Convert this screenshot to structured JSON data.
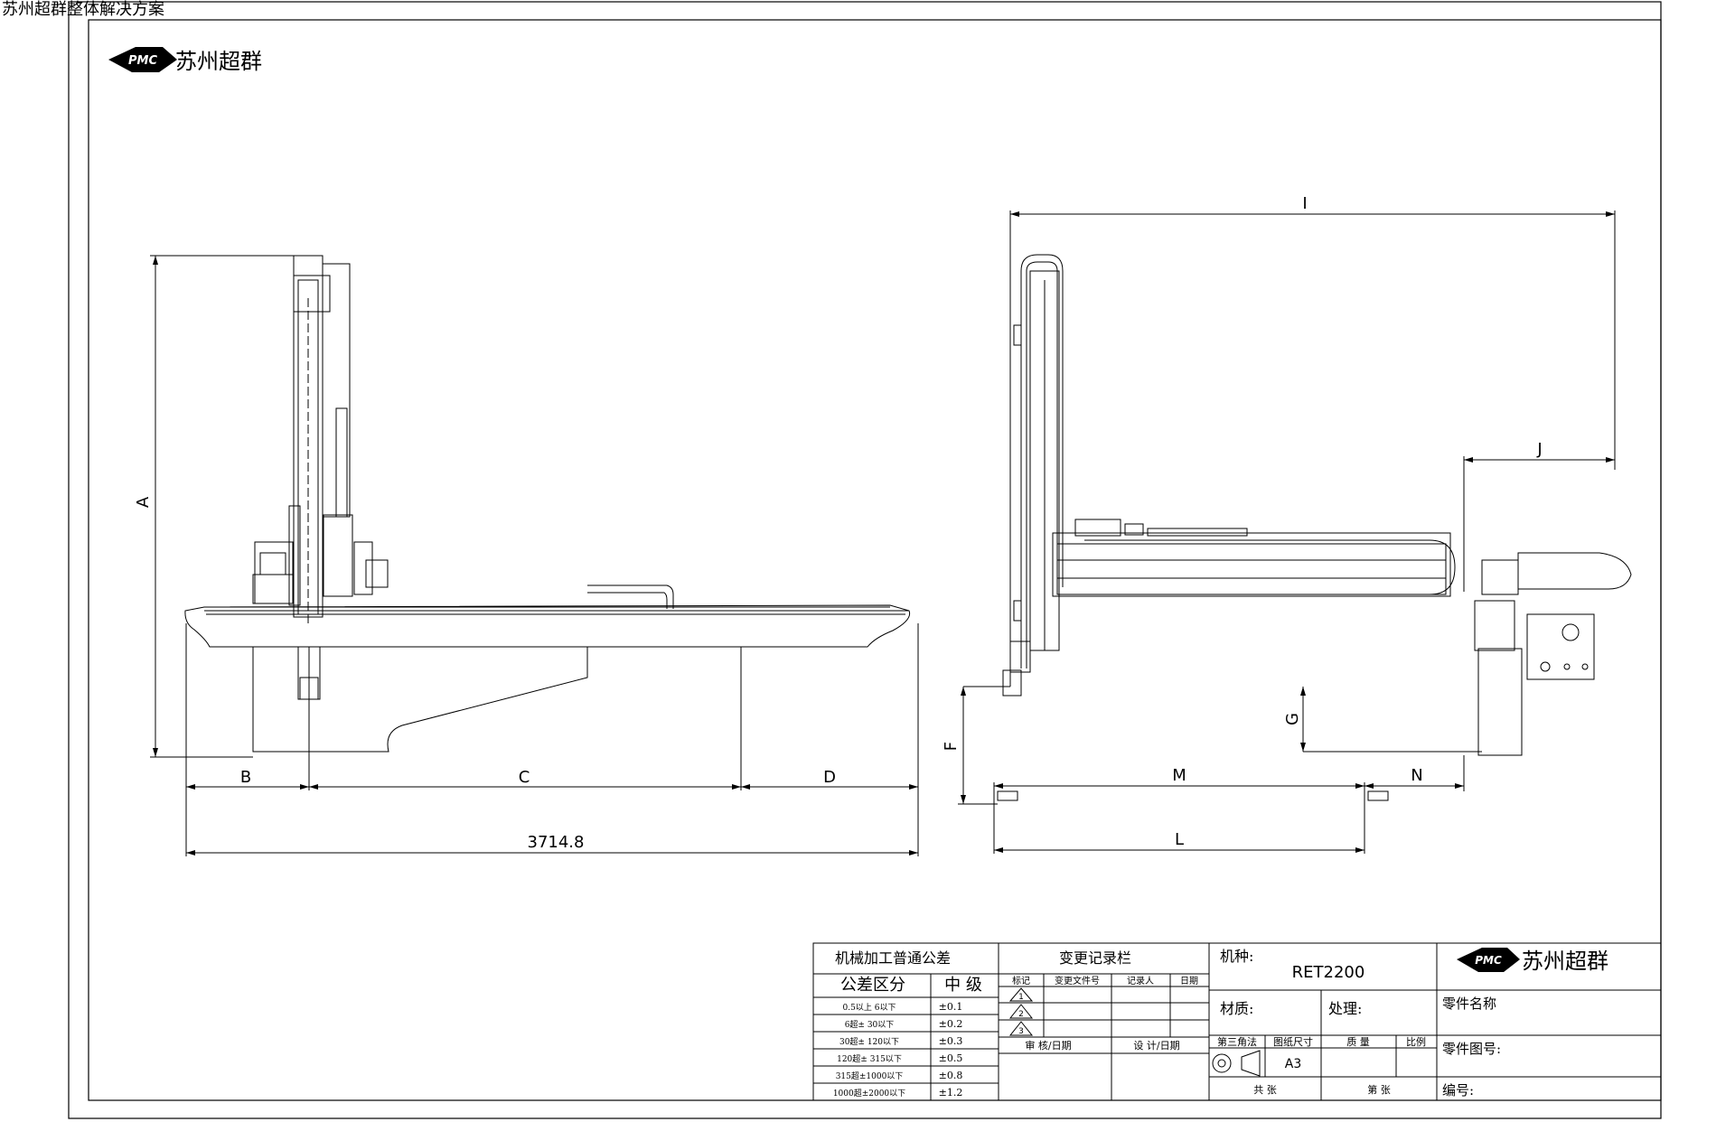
{
  "page": {
    "header_title": "苏州超群整体解决方案"
  },
  "logo": {
    "mark_text": "PMC",
    "company_name": "苏州超群"
  },
  "dimensions": {
    "A": "A",
    "B": "B",
    "C": "C",
    "D": "D",
    "total_width": "3714.8",
    "I": "I",
    "J": "J",
    "F": "F",
    "G": "G",
    "M": "M",
    "N": "N",
    "L": "L"
  },
  "title_block": {
    "tolerance": {
      "title": "机械加工普通公差",
      "col1_header": "公差区分",
      "col2_header": "中 级",
      "rows": [
        {
          "range": "0.5以上  6以下",
          "value": "±0.1"
        },
        {
          "range": "6超±  30以下",
          "value": "±0.2"
        },
        {
          "range": "30超±  120以下",
          "value": "±0.3"
        },
        {
          "range": "120超±  315以下",
          "value": "±0.5"
        },
        {
          "range": "315超±1000以下",
          "value": "±0.8"
        },
        {
          "range": "1000超±2000以下",
          "value": "±1.2"
        }
      ]
    },
    "change_record": {
      "title": "变更记录栏",
      "col_mark": "标记",
      "col_doc": "变更文件号",
      "col_person": "记录人",
      "col_date": "日期",
      "marks": [
        "1",
        "2",
        "3"
      ],
      "review_date": "审 核/日期",
      "design_date": "设 计/日期"
    },
    "machine_label": "机种:",
    "machine_value": "RET2200",
    "material_label": "材质:",
    "treatment_label": "处理:",
    "part_name_label": "零件名称",
    "part_drawing_label": "零件图号:",
    "code_label": "编号:",
    "projection_label": "第三角法",
    "paper_size_label": "图纸尺寸",
    "paper_size_value": "A3",
    "mass_label": "质 量",
    "scale_label": "比例",
    "total_sheets_label": "共 张",
    "sheet_no_label": "第 张"
  }
}
